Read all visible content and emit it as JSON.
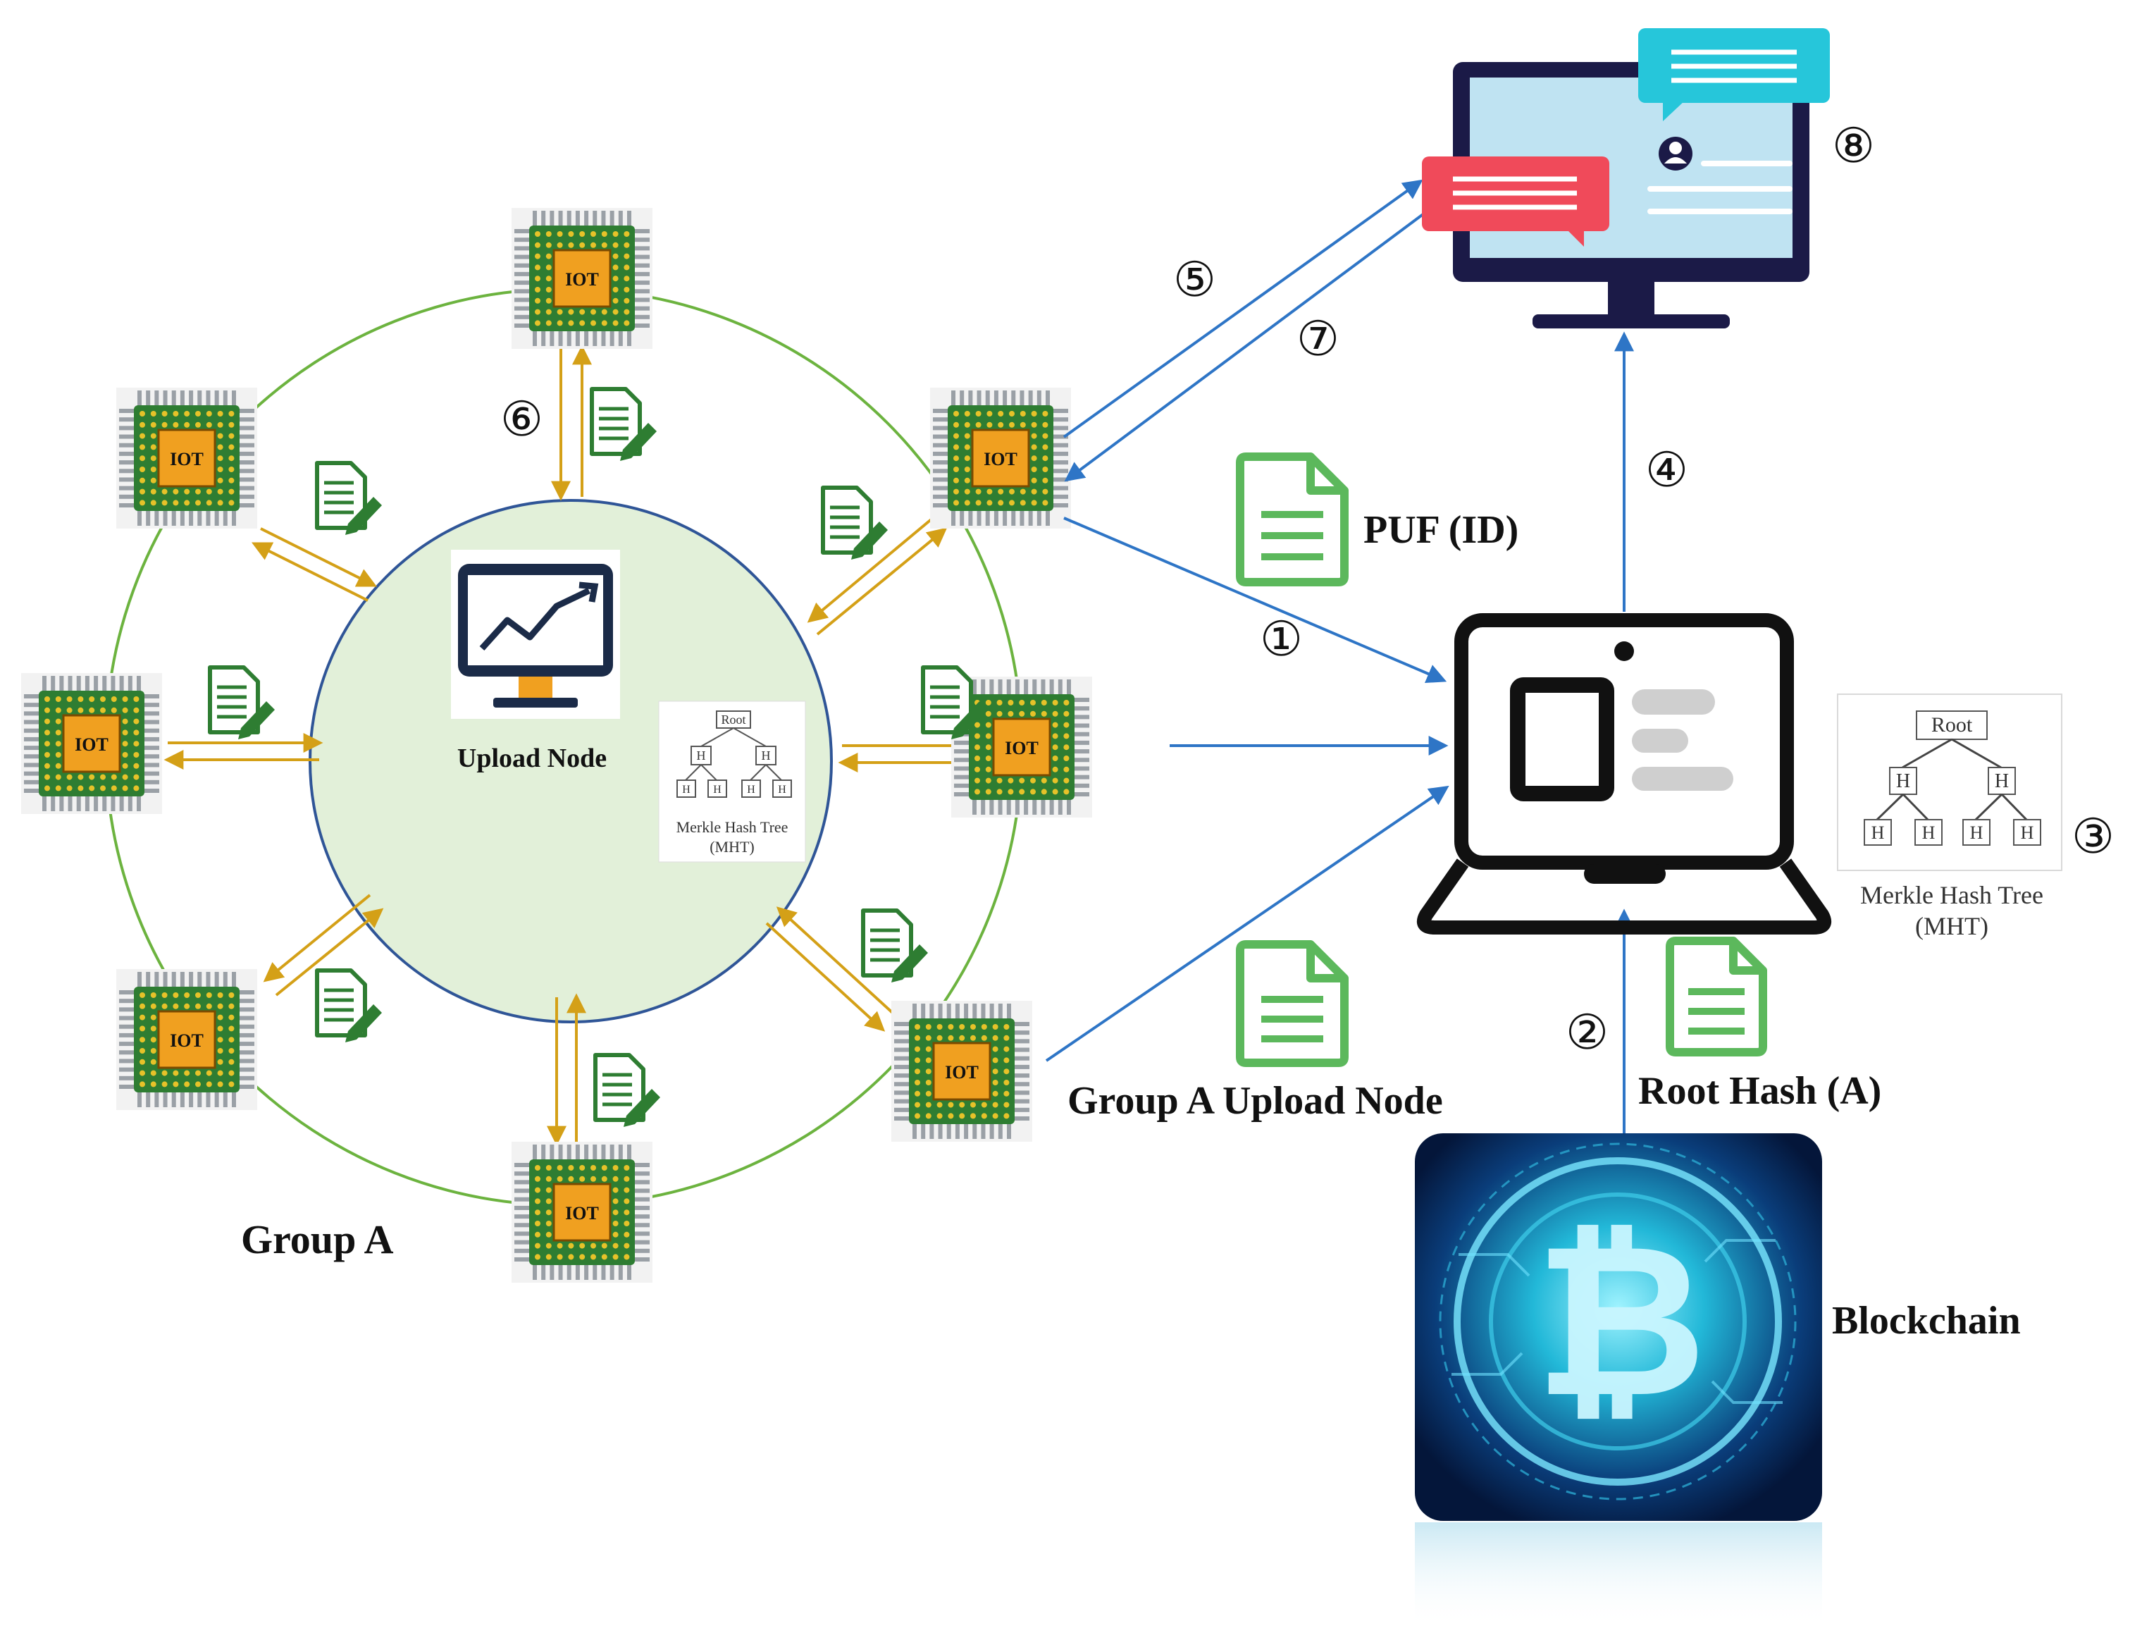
{
  "labels": {
    "upload_node": "Upload Node",
    "group_a": "Group A",
    "group_a_upload_node": "Group A Upload Node",
    "puf_id": "PUF (ID)",
    "root_hash": "Root Hash (A)",
    "blockchain": "Blockchain"
  },
  "iot_chip_label": "IOT",
  "mht": {
    "root": "Root",
    "hash": "H",
    "caption_line1": "Merkle Hash Tree",
    "caption_line2": "(MHT)"
  },
  "steps": {
    "s1": "①",
    "s2": "②",
    "s3": "③",
    "s4": "④",
    "s5": "⑤",
    "s6": "⑥",
    "s7": "⑦",
    "s8": "⑧"
  },
  "colors": {
    "ring": "#6cb33f",
    "upload_circle_fill": "#e2f0d9",
    "upload_circle_stroke": "#2f5597",
    "blue_arrow": "#2e75c6",
    "gold_arrow": "#d4a017",
    "doc_green": "#5cb85c",
    "chip_green": "#2e7d32",
    "chip_orange": "#f0a020",
    "monitor_dark": "#1b1a47",
    "screen_blue": "#bfe3f2",
    "bubble_cyan": "#26c6da",
    "bubble_red": "#f04a5a"
  }
}
